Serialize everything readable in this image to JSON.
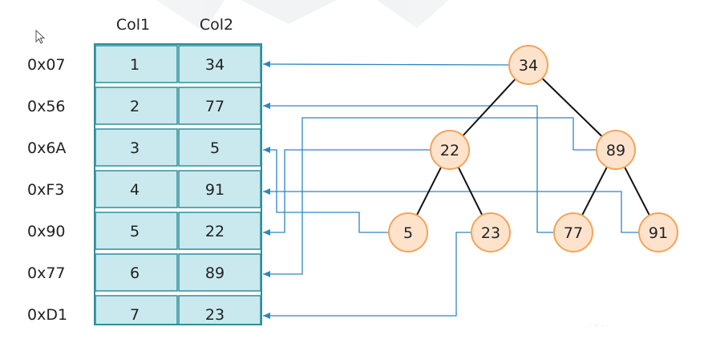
{
  "table": {
    "headers": [
      "Col1",
      "Col2"
    ],
    "rows": [
      {
        "address": "0x07",
        "col1": "1",
        "col2": "34"
      },
      {
        "address": "0x56",
        "col1": "2",
        "col2": "77"
      },
      {
        "address": "0x6A",
        "col1": "3",
        "col2": "5"
      },
      {
        "address": "0xF3",
        "col1": "4",
        "col2": "91"
      },
      {
        "address": "0x90",
        "col1": "5",
        "col2": "22"
      },
      {
        "address": "0x77",
        "col1": "6",
        "col2": "89"
      },
      {
        "address": "0xD1",
        "col1": "7",
        "col2": "23"
      }
    ]
  },
  "tree": {
    "nodes": [
      {
        "id": "n34",
        "label": "34",
        "row_address": "0x07"
      },
      {
        "id": "n22",
        "label": "22",
        "row_address": "0x90"
      },
      {
        "id": "n89",
        "label": "89",
        "row_address": "0x77"
      },
      {
        "id": "n5",
        "label": "5",
        "row_address": "0x6A"
      },
      {
        "id": "n23",
        "label": "23",
        "row_address": "0xD1"
      },
      {
        "id": "n77",
        "label": "77",
        "row_address": "0x56"
      },
      {
        "id": "n91",
        "label": "91",
        "row_address": "0xF3"
      }
    ],
    "edges": [
      [
        "n34",
        "n22"
      ],
      [
        "n34",
        "n89"
      ],
      [
        "n22",
        "n5"
      ],
      [
        "n22",
        "n23"
      ],
      [
        "n89",
        "n77"
      ],
      [
        "n89",
        "n91"
      ]
    ]
  },
  "colors": {
    "cell_fill": "#c9e9ef",
    "cell_border": "#2e8f9b",
    "node_fill": "#fde3cc",
    "node_border": "#f4a35b",
    "pointer_line": "#2f86bf",
    "tree_edge": "#111111",
    "text": "#222222"
  },
  "icons": {
    "cursor": "mouse-pointer-icon"
  }
}
